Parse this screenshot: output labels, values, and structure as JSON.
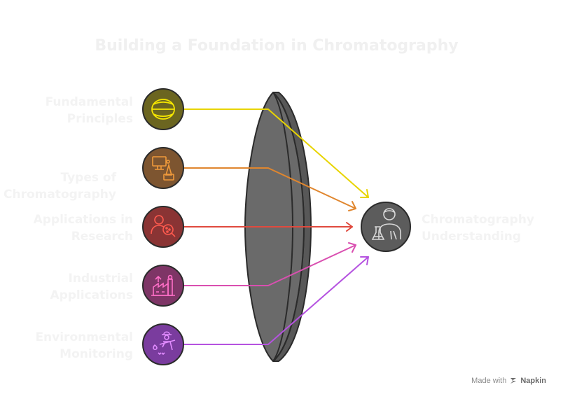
{
  "title": "Building a Foundation in Chromatography",
  "inputs": [
    {
      "label_line1": "Fundamental",
      "label_line2": "Principles",
      "icon": "ball-icon",
      "fill": "#6b6520",
      "stroke": "#f5e600"
    },
    {
      "label_line1": "Types of",
      "label_line2": "Chromatography",
      "icon": "lab-computer-icon",
      "fill": "#7d5530",
      "stroke": "#f09a3a"
    },
    {
      "label_line1": "Applications in",
      "label_line2": "Research",
      "icon": "researcher-icon",
      "fill": "#8a3434",
      "stroke": "#ff5a4e"
    },
    {
      "label_line1": "Industrial",
      "label_line2": "Applications",
      "icon": "factory-icon",
      "fill": "#7e3566",
      "stroke": "#ff6fc8"
    },
    {
      "label_line1": "Environmental",
      "label_line2": "Monitoring",
      "icon": "farmer-icon",
      "fill": "#7a3c9e",
      "stroke": "#e28cff"
    }
  ],
  "output": {
    "label_line1": "Chromatography",
    "label_line2": "Understanding",
    "icon": "scientist-icon",
    "fill": "#5c5c5c",
    "stroke": "#d8d8d8"
  },
  "arrow_colors": [
    "#e8d400",
    "#e0862e",
    "#e04a3e",
    "#d94fb0",
    "#b553e0"
  ],
  "lens_color": "#6a6a6a",
  "branding": {
    "made_with": "Made with",
    "brand": "Napkin"
  }
}
